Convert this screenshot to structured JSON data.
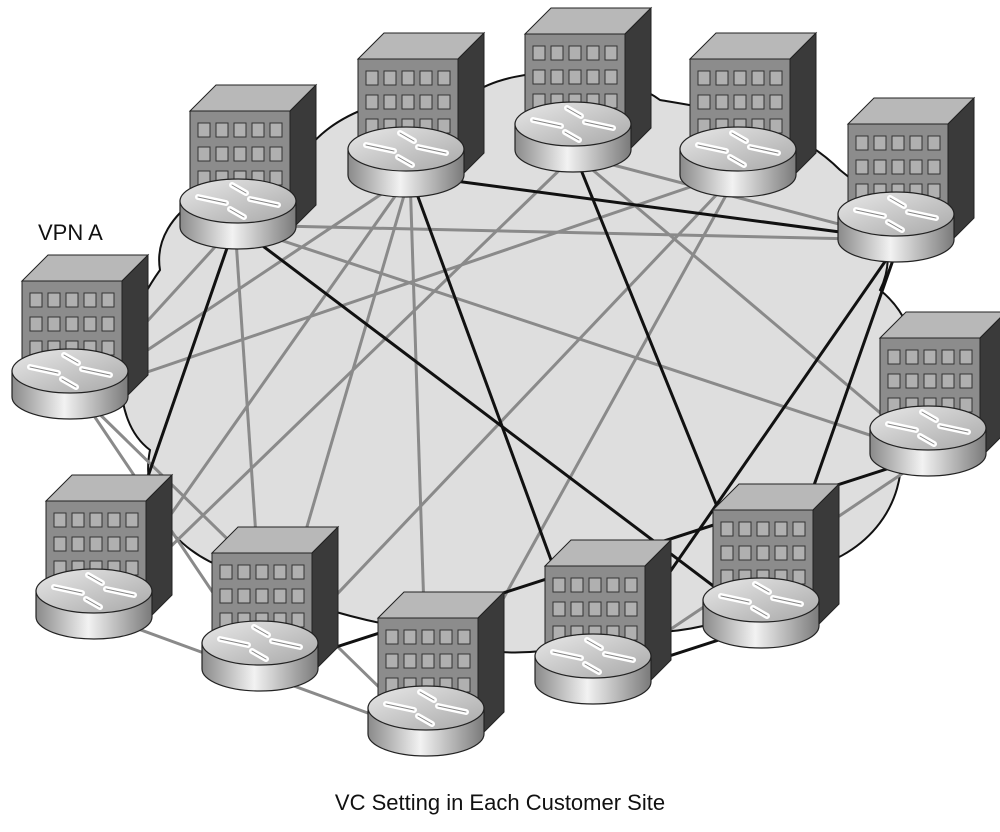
{
  "diagram": {
    "group_label": "VPN A",
    "caption": "VC Setting in Each Customer Site",
    "sites": [
      {
        "id": "s1"
      },
      {
        "id": "s2"
      },
      {
        "id": "s3"
      },
      {
        "id": "s4"
      },
      {
        "id": "s5"
      },
      {
        "id": "s6"
      },
      {
        "id": "s7"
      },
      {
        "id": "s8"
      },
      {
        "id": "s9"
      },
      {
        "id": "s10"
      },
      {
        "id": "s11"
      },
      {
        "id": "s12"
      }
    ],
    "links_dark": [
      [
        "s1",
        "s9"
      ],
      [
        "s1",
        "s8"
      ],
      [
        "s2",
        "s5"
      ],
      [
        "s2",
        "s11"
      ],
      [
        "s3",
        "s9"
      ],
      [
        "s5",
        "s9"
      ],
      [
        "s5",
        "s11"
      ],
      [
        "s10",
        "s7"
      ],
      [
        "s11",
        "s9"
      ]
    ],
    "links_light": [
      [
        "s1",
        "s5"
      ],
      [
        "s1",
        "s10"
      ],
      [
        "s1",
        "s7"
      ],
      [
        "s1",
        "s6"
      ],
      [
        "s2",
        "s8"
      ],
      [
        "s2",
        "s12"
      ],
      [
        "s2",
        "s10"
      ],
      [
        "s3",
        "s8"
      ],
      [
        "s3",
        "s7"
      ],
      [
        "s4",
        "s10"
      ],
      [
        "s4",
        "s12"
      ],
      [
        "s4",
        "s6"
      ],
      [
        "s6",
        "s12"
      ],
      [
        "s3",
        "s5"
      ],
      [
        "s6",
        "s10"
      ],
      [
        "s6",
        "s2"
      ],
      [
        "s7",
        "s11"
      ],
      [
        "s8",
        "s12"
      ]
    ],
    "colors": {
      "cloud_fill": "#dedede",
      "dark_link": "#111111",
      "light_link": "#8a8a8a",
      "building_front": "#8c8c8c",
      "building_side": "#3a3a3a",
      "building_top": "#b8b8b8",
      "router": "#c8c8c8"
    }
  }
}
